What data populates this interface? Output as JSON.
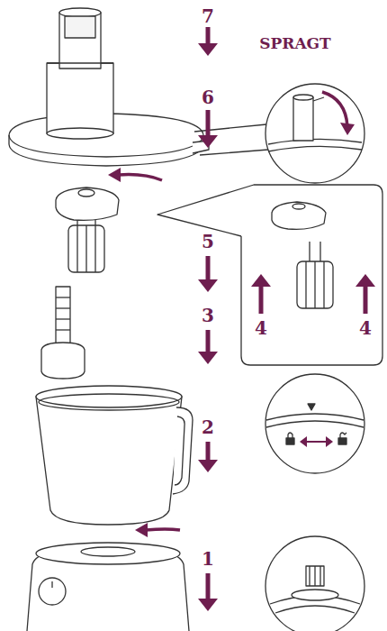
{
  "diagram": {
    "labels": [
      "7",
      "SPRAGT",
      "6",
      "5",
      "4",
      "4",
      "3",
      "2",
      "1"
    ]
  }
}
